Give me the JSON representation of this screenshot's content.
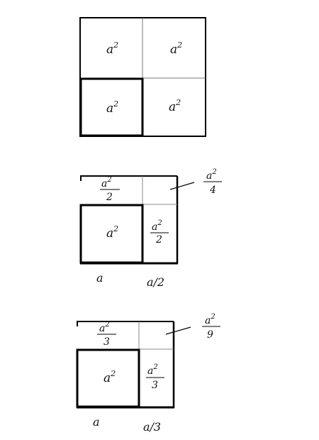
{
  "diagram_1": {
    "cell_top_left": {
      "base": "a",
      "exp": "2"
    },
    "cell_top_right": {
      "base": "a",
      "exp": "2"
    },
    "cell_bottom_left": {
      "base": "a",
      "exp": "2"
    },
    "cell_bottom_right": {
      "base": "a",
      "exp": "2"
    }
  },
  "diagram_2": {
    "top_strip": {
      "num_base": "a",
      "num_exp": "2",
      "den": "2"
    },
    "main_square": {
      "base": "a",
      "exp": "2"
    },
    "side_strip": {
      "num_base": "a",
      "num_exp": "2",
      "den": "2"
    },
    "corner_callout": {
      "num_base": "a",
      "num_exp": "2",
      "den": "4"
    },
    "dim_a": "a",
    "dim_b": "a/2"
  },
  "diagram_3": {
    "top_strip": {
      "num_base": "a",
      "num_exp": "2",
      "den": "3"
    },
    "main_square": {
      "base": "a",
      "exp": "2"
    },
    "side_strip": {
      "num_base": "a",
      "num_exp": "2",
      "den": "3"
    },
    "corner_callout": {
      "num_base": "a",
      "num_exp": "2",
      "den": "9"
    },
    "dim_a": "a",
    "dim_b": "a/3"
  }
}
